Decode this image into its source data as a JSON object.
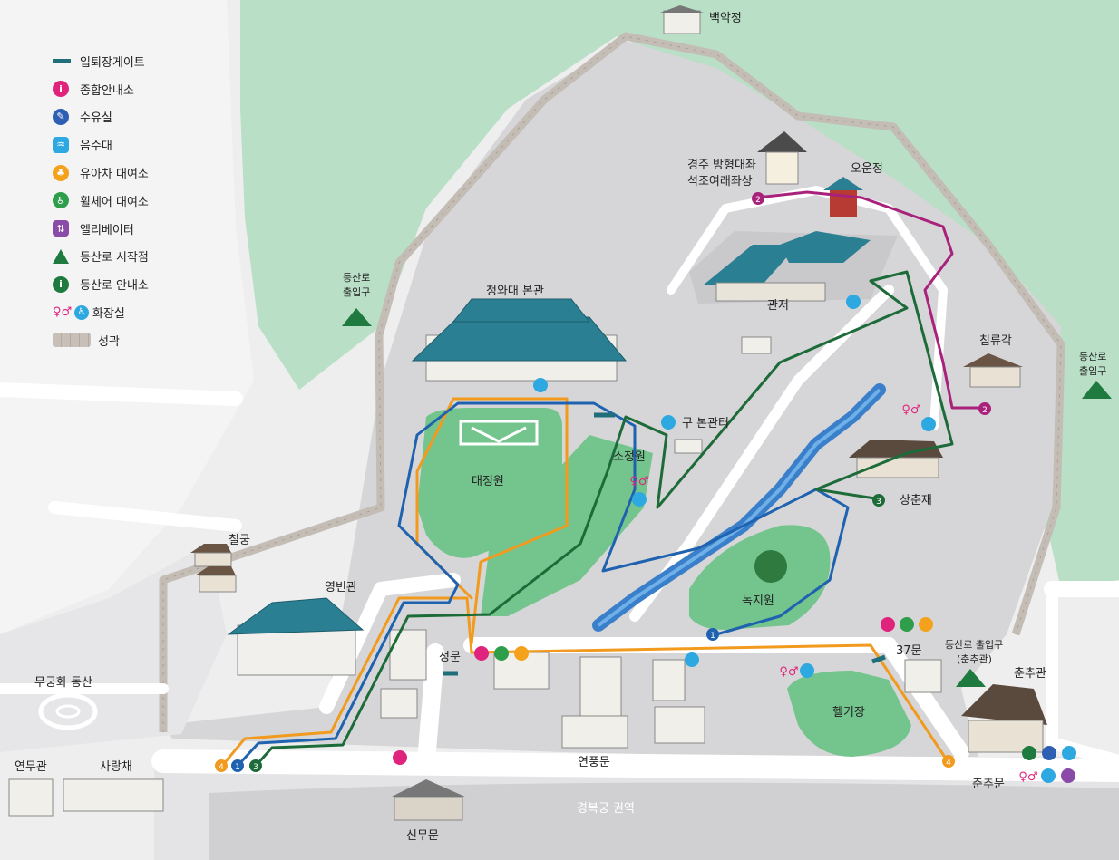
{
  "legend": [
    {
      "icon": "gate-line-icon",
      "label": "입퇴장게이트"
    },
    {
      "icon": "info-icon",
      "label": "종합안내소",
      "color": "#e0237c",
      "glyph": "i"
    },
    {
      "icon": "nursing-room-icon",
      "label": "수유실",
      "color": "#2f5fb3",
      "glyph": "✎"
    },
    {
      "icon": "water-fountain-icon",
      "label": "음수대",
      "color": "#2ea8e0",
      "glyph": "♒"
    },
    {
      "icon": "stroller-icon",
      "label": "유아차 대여소",
      "color": "#f4a21c",
      "glyph": "♣"
    },
    {
      "icon": "wheelchair-icon",
      "label": "휠체어 대여소",
      "color": "#2e9e4a",
      "glyph": "♿"
    },
    {
      "icon": "elevator-icon",
      "label": "엘리베이터",
      "color": "#8a4aa8",
      "glyph": "⇅"
    },
    {
      "icon": "trailhead-icon",
      "label": "등산로 시작점"
    },
    {
      "icon": "trail-info-icon",
      "label": "등산로 안내소",
      "color": "#1e7a3e",
      "glyph": "i"
    },
    {
      "icon": "restroom-icon",
      "label": "화장실"
    },
    {
      "icon": "fortress-wall-icon",
      "label": "성곽"
    }
  ],
  "places": {
    "baegakjeong": "백악정",
    "buddha_1": "경주 방형대좌",
    "buddha_2": "석조여래좌상",
    "oounjeong": "오운정",
    "gwanjeo": "관저",
    "main_building": "청와대 본관",
    "trail_entrance_left_1": "등산로",
    "trail_entrance_left_2": "출입구",
    "trail_entrance_right_1": "등산로",
    "trail_entrance_right_2": "출입구",
    "chimryugak": "침류각",
    "old_main_site": "구 본관터",
    "sojeongwon": "소정원",
    "daejeongwon": "대정원",
    "sangchunjae": "상춘재",
    "chilgung": "칠궁",
    "yeongbingwan": "영빈관",
    "nokjiwon": "녹지원",
    "gate_37": "37문",
    "trail_entrance_chunchu_1": "등산로 출입구",
    "trail_entrance_chunchu_2": "(춘추관)",
    "chunchugwan": "춘추관",
    "jeongmun": "정문",
    "helipad": "헬기장",
    "mugunghwa_hill": "무궁화 동산",
    "yeonmugwan": "연무관",
    "sarangchae": "사랑채",
    "sinmumun": "신무문",
    "yeonpungmun": "연풍문",
    "chunchumun": "춘추문",
    "gyeongbokgung": "경복궁 권역"
  },
  "routes": [
    {
      "number": "1",
      "color": "#1f62b0"
    },
    {
      "number": "2",
      "color": "#a8217a"
    },
    {
      "number": "3",
      "color": "#1e6b3a"
    },
    {
      "number": "4",
      "color": "#f19a1e"
    }
  ],
  "colors": {
    "mountain": "#b9dfc6",
    "ground": "#d9d9db",
    "road": "#ffffff",
    "lawn": "#74c48d",
    "water": "#3a7fc9",
    "roof": "#2b7f93"
  }
}
